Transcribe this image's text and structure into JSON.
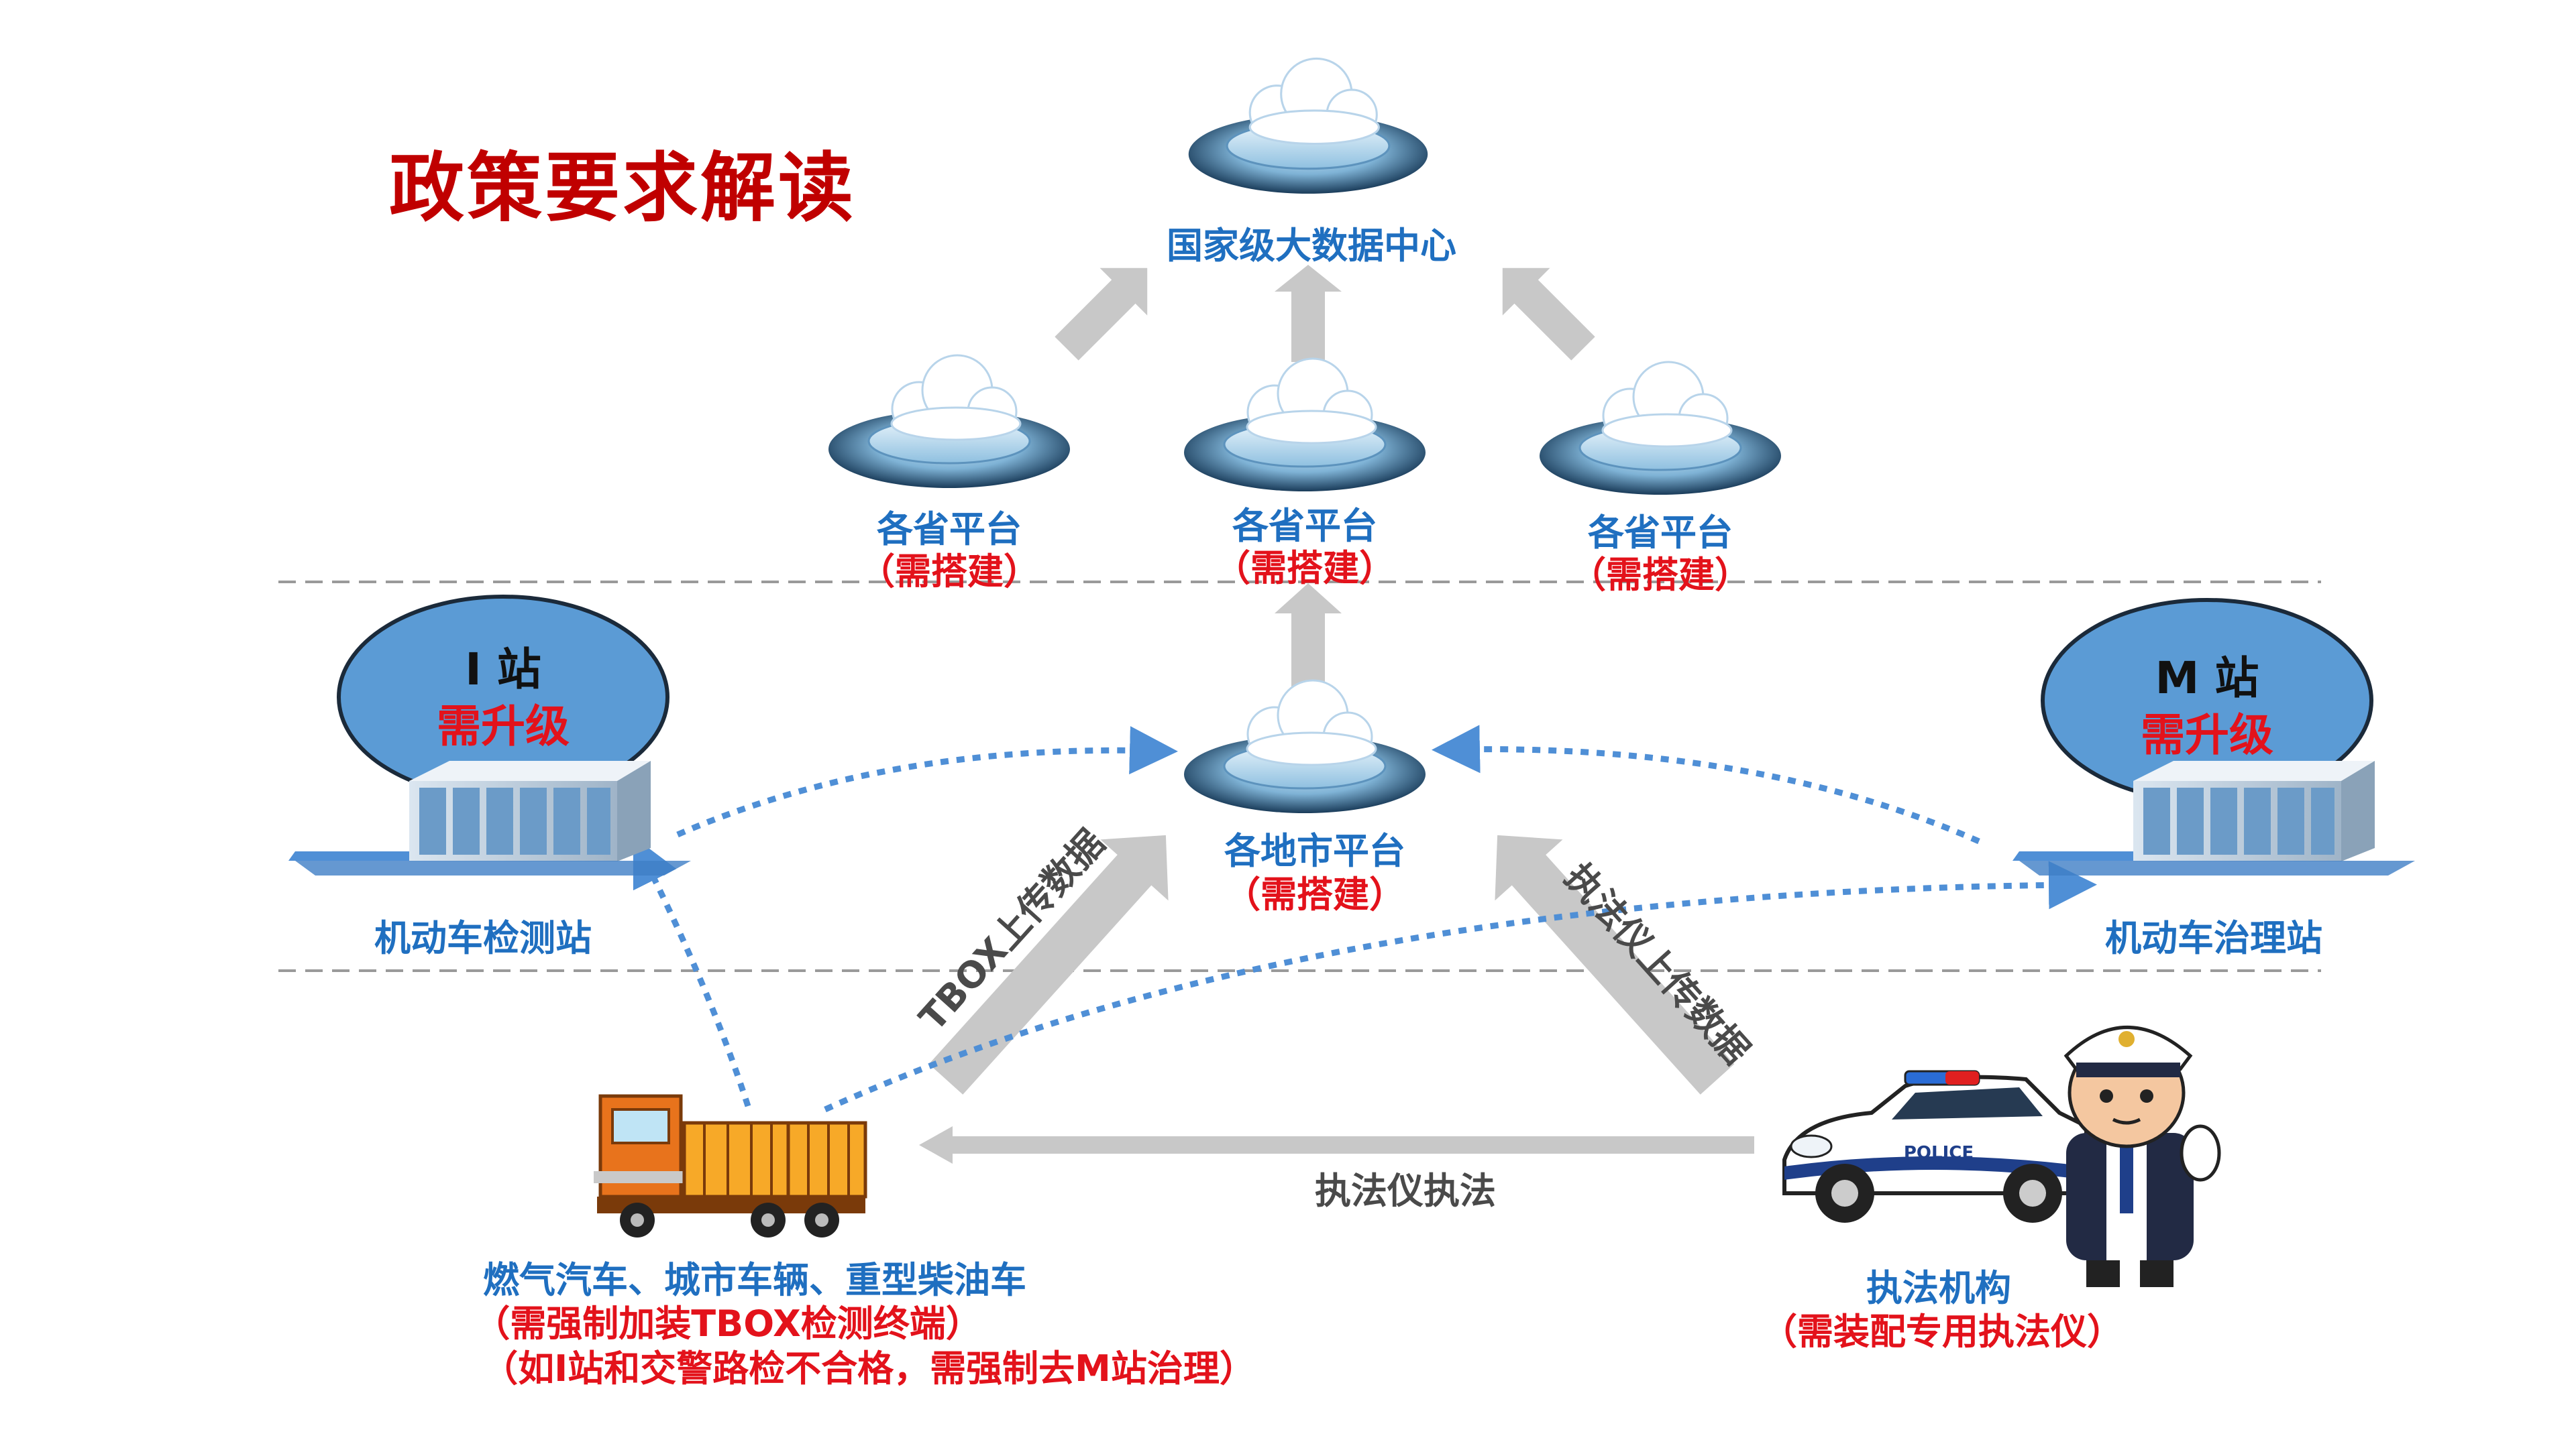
{
  "title": "政策要求解读",
  "national_center": {
    "label": "国家级大数据中心"
  },
  "provinces": [
    {
      "label": "各省平台",
      "note": "（需搭建）"
    },
    {
      "label": "各省平台",
      "note": "（需搭建）"
    },
    {
      "label": "各省平台",
      "note": "（需搭建）"
    }
  ],
  "city_platform": {
    "label": "各地市平台",
    "note": "（需搭建）"
  },
  "i_station": {
    "name": "I 站",
    "note": "需升级",
    "building_label": "机动车检测站"
  },
  "m_station": {
    "name": "M 站",
    "note": "需升级",
    "building_label": "机动车治理站"
  },
  "arrows": {
    "tbox_upload": "TBOX上传数据",
    "enforcer_upload": "执法仪上传数据",
    "enforcement": "执法仪执法"
  },
  "vehicles": {
    "label": "燃气汽车、城市车辆、重型柴油车",
    "note1": "（需强制加装TBOX检测终端）",
    "note2": "（如I站和交警路检不合格，需强制去M站治理）"
  },
  "enforcement_agency": {
    "label": "执法机构",
    "note": "（需装配专用执法仪）"
  },
  "police_car_text": "POLICE",
  "colors": {
    "title": "#c00000",
    "label_blue": "#1f6fc0",
    "note_red": "#e3121b",
    "arrow_gray": "#c8c8c8",
    "dotted_blue": "#4f8fd6",
    "ellipse_fill": "#5b9bd5"
  }
}
